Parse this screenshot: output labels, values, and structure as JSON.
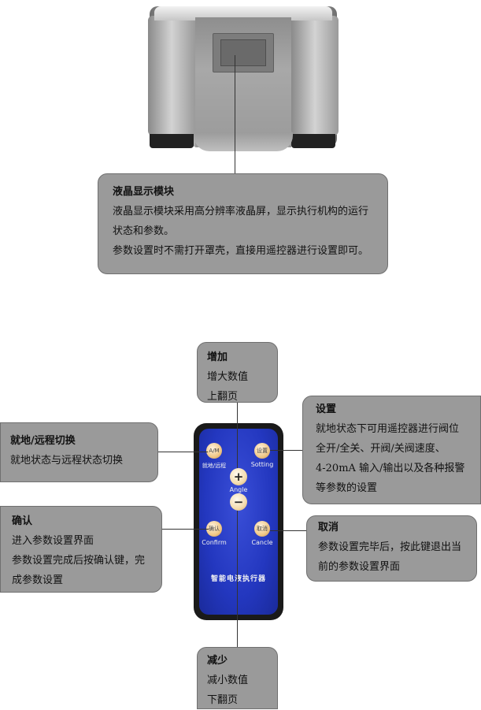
{
  "lcd_callout": {
    "title": "液晶显示模块",
    "lines": [
      "液晶显示模块采用高分辨率液晶屏，显示执行机构的运行",
      "状态和参数。",
      "参数设置时不需打开罩壳，直接用遥控器进行设置即可。"
    ]
  },
  "increase_callout": {
    "title": "增加",
    "lines": [
      "增大数值",
      "上翻页"
    ]
  },
  "decrease_callout": {
    "title": "减少",
    "lines": [
      "减小数值",
      "下翻页"
    ]
  },
  "local_remote_callout": {
    "title": "就地/远程切换",
    "lines": [
      "就地状态与远程状态切换"
    ]
  },
  "settings_callout": {
    "title": "设置",
    "lines": [
      "就地状态下可用遥控器进行阀位",
      "全开/全关、开阀/关阀速度、",
      "4-20mA 输入/输出以及各种报警",
      "等参数的设置"
    ]
  },
  "confirm_callout": {
    "title": "确认",
    "lines": [
      "进入参数设置界面",
      "参数设置完成后按确认键，完",
      "成参数设置"
    ]
  },
  "cancel_callout": {
    "title": "取消",
    "lines": [
      "参数设置完毕后，按此键退出当",
      "前的参数设置界面"
    ]
  },
  "remote": {
    "am_button": "A/M",
    "am_label": "就地/远程",
    "set_button": "设置",
    "set_label": "Sotting",
    "plus_button": "+",
    "angle_label": "Angle",
    "minus_button": "−",
    "confirm_button": "确认",
    "confirm_label": "Confirm",
    "cancel_button": "取消",
    "cancel_label": "Cancle",
    "title": "智能电液执行器"
  },
  "colors": {
    "callout_fill": "#9a9a9a",
    "remote_blue": "#2337bf",
    "button_peach": "#f0c888"
  }
}
